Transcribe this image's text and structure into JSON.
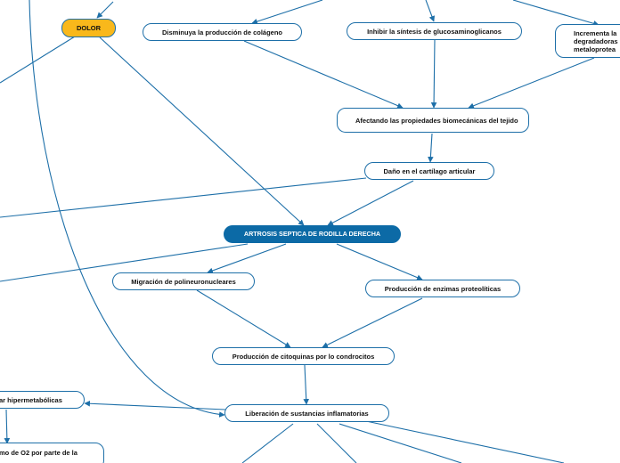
{
  "map": {
    "colors": {
      "edge": "#1d6fa8",
      "root_fill": "#0c6aa6",
      "root_text": "#ffffff",
      "pain_fill": "#f9b81b",
      "node_border": "#1d6fa8"
    },
    "nodes": {
      "dolor": "DOLOR",
      "collagen": "Disminuya la producción de colágeno",
      "gag": "Inhibir la síntesis de glucosaminoglicanos",
      "metallo": "Incrementa la degradadoras metaloprotea",
      "biomech": "Afectando las propiedades biomecánicas del tejido",
      "cartilage": "Daño en el cartílago articular",
      "root": "ARTROSIS SEPTICA DE RODILLA DERECHA",
      "migration": "Migración de polineuronucleares",
      "enzymes": "Producción de enzimas proteolíticas",
      "cytokines": "Producción de citoquinas por lo condrocitos",
      "release": "Liberación  de sustancias inflamatorias",
      "hypermetabolic": "ar hipermetabólicas",
      "o2": "mo de O2 por parte de la"
    }
  }
}
